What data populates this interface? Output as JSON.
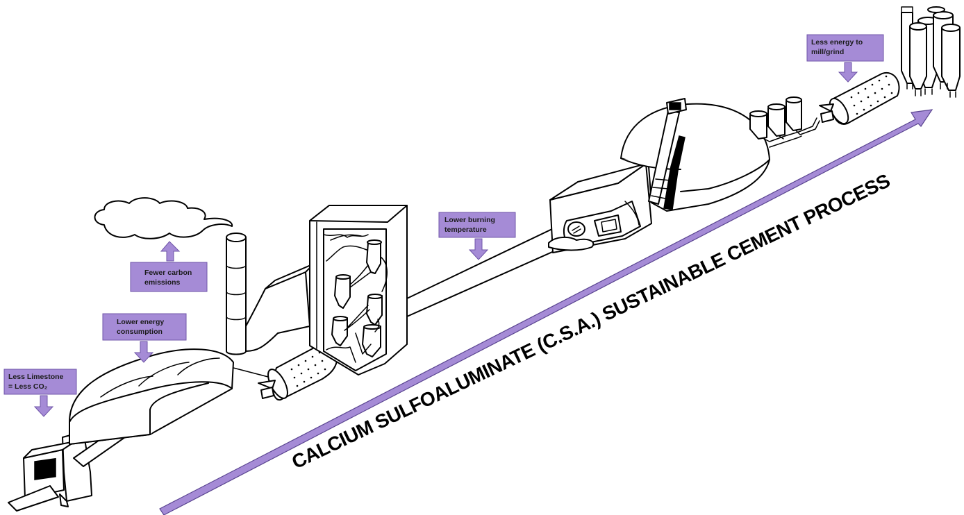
{
  "title": "CALCIUM SULFOALUMINATE (C.S.A.) SUSTAINABLE CEMENT PROCESS",
  "colors": {
    "callout_fill": "#a58bd6",
    "callout_border": "#6f55a8",
    "process_arrow": "#a58bd6",
    "line_art": "#000000"
  },
  "callouts": [
    {
      "id": "limestone",
      "lines": [
        "Less Limestone",
        "= Less CO₂"
      ],
      "arrow": "down"
    },
    {
      "id": "energy",
      "lines": [
        "Lower energy",
        "consumption"
      ],
      "arrow": "down"
    },
    {
      "id": "carbon",
      "lines": [
        "Fewer carbon",
        "emissions"
      ],
      "arrow": "up"
    },
    {
      "id": "burning",
      "lines": [
        "Lower burning",
        "temperature"
      ],
      "arrow": "down"
    },
    {
      "id": "grind",
      "lines": [
        "Less energy to",
        "mill/grind"
      ],
      "arrow": "down"
    }
  ],
  "equipment": [
    {
      "id": "quarry-crusher",
      "icon": "crusher-icon"
    },
    {
      "id": "storage-hall",
      "icon": "storage-shed-icon"
    },
    {
      "id": "raw-mill",
      "icon": "ball-mill-icon"
    },
    {
      "id": "exhaust-stack",
      "icon": "chimney-icon"
    },
    {
      "id": "preheater-tower",
      "icon": "cyclone-tower-icon"
    },
    {
      "id": "rotary-kiln",
      "icon": "kiln-icon"
    },
    {
      "id": "clinker-cooler",
      "icon": "cooler-icon"
    },
    {
      "id": "clinker-dome",
      "icon": "dome-storage-icon"
    },
    {
      "id": "feed-bins",
      "icon": "bin-icon"
    },
    {
      "id": "cement-mill",
      "icon": "ball-mill-icon"
    },
    {
      "id": "cement-silos",
      "icon": "silo-icon"
    },
    {
      "id": "emission-cloud",
      "icon": "cloud-icon"
    }
  ]
}
